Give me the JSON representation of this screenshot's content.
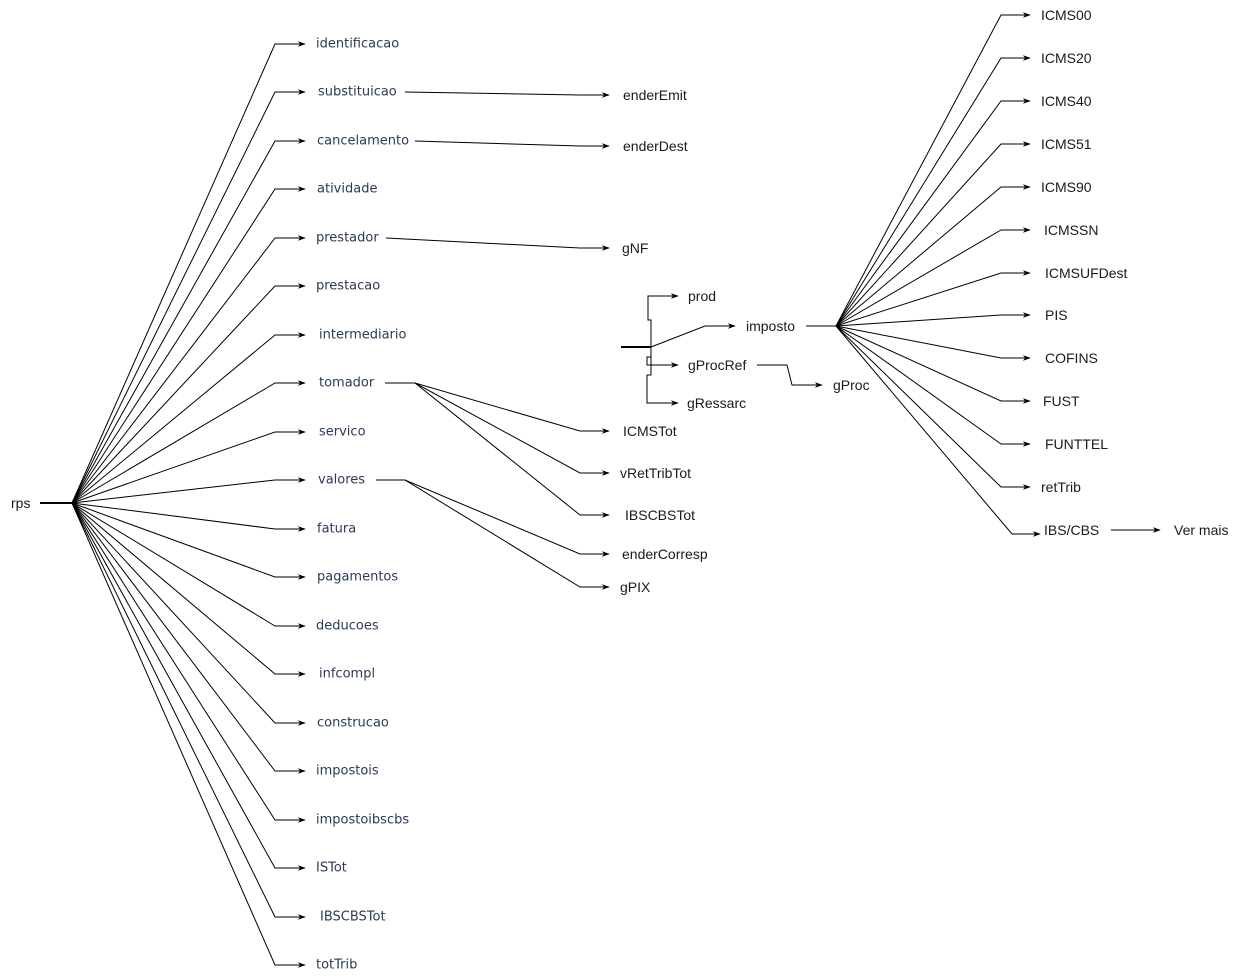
{
  "diagram": {
    "root": {
      "id": "rps",
      "label": "rps"
    },
    "rps_children": [
      {
        "id": "identificacao",
        "label": "identificacao"
      },
      {
        "id": "substituicao",
        "label": "substituicao"
      },
      {
        "id": "cancelamento",
        "label": "cancelamento"
      },
      {
        "id": "atividade",
        "label": "atividade"
      },
      {
        "id": "prestador",
        "label": "prestador"
      },
      {
        "id": "prestacao",
        "label": "prestacao"
      },
      {
        "id": "intermediario",
        "label": "intermediario"
      },
      {
        "id": "tomador",
        "label": "tomador"
      },
      {
        "id": "servico",
        "label": "servico"
      },
      {
        "id": "valores",
        "label": "valores"
      },
      {
        "id": "fatura",
        "label": "fatura"
      },
      {
        "id": "pagamentos",
        "label": "pagamentos"
      },
      {
        "id": "deducoes",
        "label": "deducoes"
      },
      {
        "id": "infcompl",
        "label": "infcompl"
      },
      {
        "id": "construcao",
        "label": "construcao"
      },
      {
        "id": "impostois",
        "label": "impostois"
      },
      {
        "id": "impostoibscbs",
        "label": "impostoibscbs"
      },
      {
        "id": "ISTot",
        "label": "ISTot"
      },
      {
        "id": "IBSCBSTot_left",
        "label": "IBSCBSTot"
      },
      {
        "id": "totTrib",
        "label": "totTrib"
      }
    ],
    "middle_nodes": [
      {
        "id": "enderEmit",
        "label": "enderEmit"
      },
      {
        "id": "enderDest",
        "label": "enderDest"
      },
      {
        "id": "gNF",
        "label": "gNF"
      },
      {
        "id": "ICMSTot",
        "label": "ICMSTot"
      },
      {
        "id": "vRetTribTot",
        "label": "vRetTribTot"
      },
      {
        "id": "IBSCBSTot_mid",
        "label": "IBSCBSTot"
      },
      {
        "id": "enderCorresp",
        "label": "enderCorresp"
      },
      {
        "id": "gPIX",
        "label": "gPIX"
      }
    ],
    "det_nodes": [
      {
        "id": "prod",
        "label": "prod"
      },
      {
        "id": "imposto",
        "label": "imposto"
      },
      {
        "id": "gProcRef",
        "label": "gProcRef"
      },
      {
        "id": "gRessarc",
        "label": "gRessarc"
      },
      {
        "id": "gProc",
        "label": "gProc"
      }
    ],
    "imposto_children": [
      {
        "id": "ICMS00",
        "label": "ICMS00"
      },
      {
        "id": "ICMS20",
        "label": "ICMS20"
      },
      {
        "id": "ICMS40",
        "label": "ICMS40"
      },
      {
        "id": "ICMS51",
        "label": "ICMS51"
      },
      {
        "id": "ICMS90",
        "label": "ICMS90"
      },
      {
        "id": "ICMSSN",
        "label": "ICMSSN"
      },
      {
        "id": "ICMSUFDest",
        "label": "ICMSUFDest"
      },
      {
        "id": "PIS",
        "label": "PIS"
      },
      {
        "id": "COFINS",
        "label": "COFINS"
      },
      {
        "id": "FUST",
        "label": "FUST"
      },
      {
        "id": "FUNTTEL",
        "label": "FUNTTEL"
      },
      {
        "id": "retTrib",
        "label": "retTrib"
      },
      {
        "id": "IBS_CBS",
        "label": "IBS/CBS"
      }
    ],
    "more": {
      "id": "ver_mais",
      "label": "Ver mais"
    },
    "edges": [
      [
        "substituicao",
        "enderEmit"
      ],
      [
        "cancelamento",
        "enderDest"
      ],
      [
        "prestador",
        "gNF"
      ],
      [
        "tomador",
        "ICMSTot"
      ],
      [
        "tomador",
        "vRetTribTot"
      ],
      [
        "tomador",
        "IBSCBSTot_mid"
      ],
      [
        "valores",
        "enderCorresp"
      ],
      [
        "valores",
        "gPIX"
      ],
      [
        "gProcRef",
        "gProc"
      ],
      [
        "IBS_CBS",
        "ver_mais"
      ]
    ]
  }
}
